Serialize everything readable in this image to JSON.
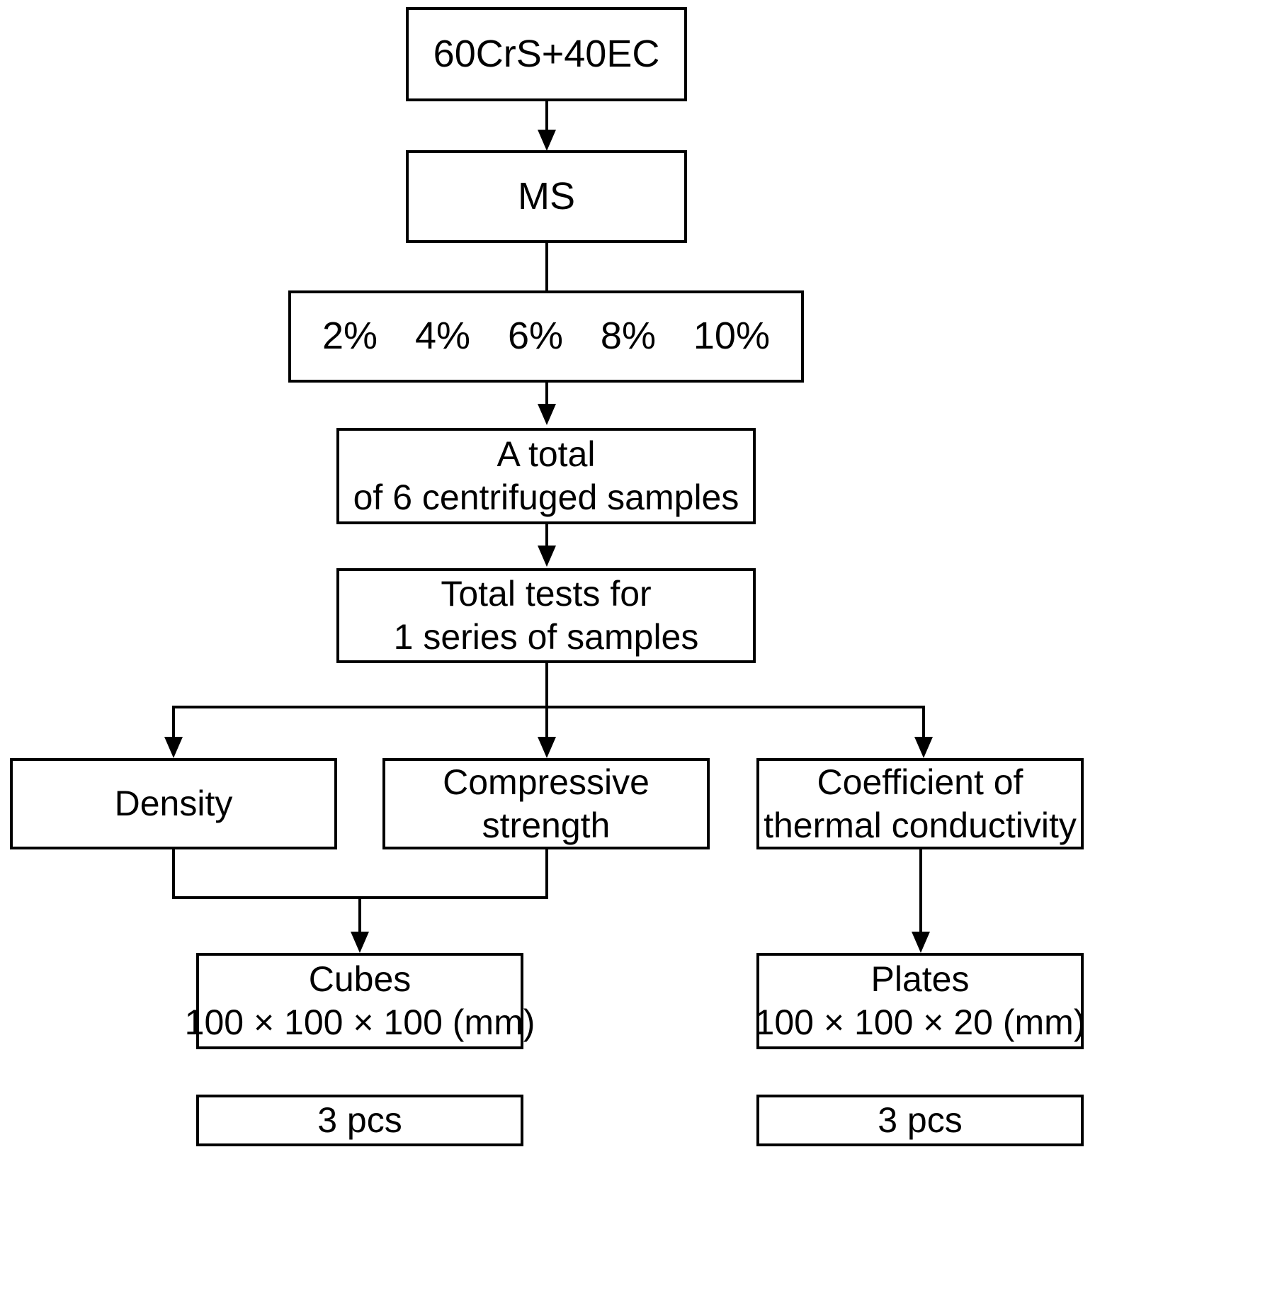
{
  "diagram": {
    "title_text": "60CrS+40EC",
    "nodes": {
      "material": {
        "label": "60CrS+40EC"
      },
      "ms": {
        "label": "MS"
      },
      "percentages": {
        "values": [
          "2%",
          "4%",
          "6%",
          "8%",
          "10%"
        ]
      },
      "total_samples": {
        "line1": "A total",
        "line2": "of 6 centrifuged samples"
      },
      "total_tests": {
        "line1": "Total tests for",
        "line2": "1 series of samples"
      },
      "density": {
        "label": "Density"
      },
      "compressive": {
        "line1": "Compressive",
        "line2": "strength"
      },
      "thermal": {
        "line1": "Coefficient of",
        "line2": "thermal conductivity"
      },
      "cubes": {
        "line1": "Cubes",
        "line2": "100 × 100 × 100 (mm)"
      },
      "plates": {
        "line1": "Plates",
        "line2": "100 × 100 × 20 (mm)"
      },
      "cubes_count": {
        "label": "3 pcs"
      },
      "plates_count": {
        "label": "3 pcs"
      }
    },
    "colors": {
      "stroke": "#000000",
      "fill": "#ffffff",
      "text": "#000000"
    }
  }
}
